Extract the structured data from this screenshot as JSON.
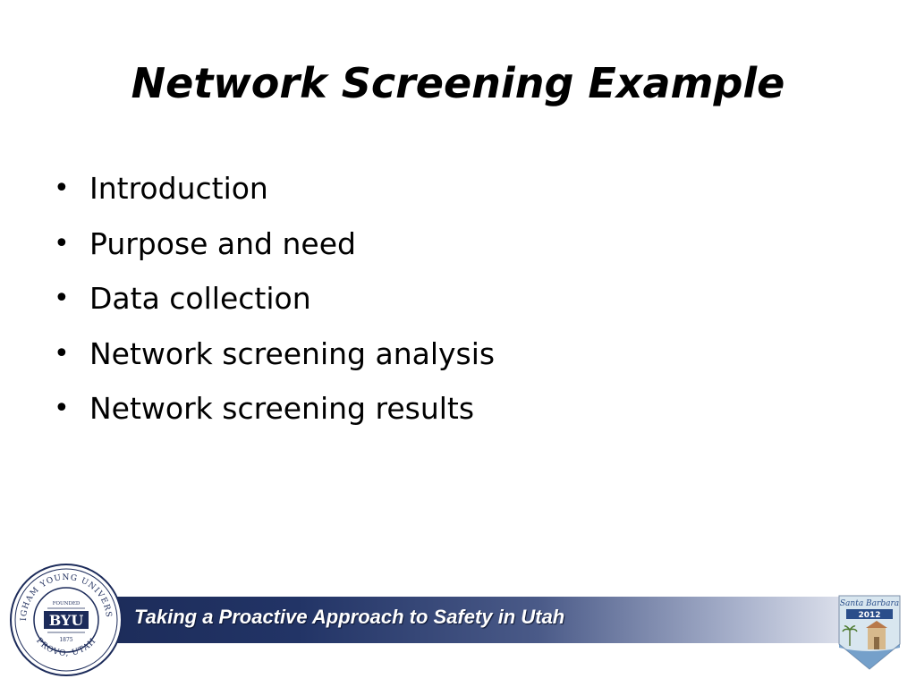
{
  "slide": {
    "title": "Network Screening Example",
    "bullets": [
      "Introduction",
      "Purpose and need",
      "Data collection",
      "Network screening analysis",
      "Network screening results"
    ]
  },
  "footer": {
    "tagline": "Taking a Proactive Approach to Safety in Utah",
    "seal": {
      "icon": "byu-seal-icon",
      "arc_top": "BRIGHAM YOUNG UNIVERSITY",
      "arc_bottom": "PROVO, UTAH",
      "founded_label": "FOUNDED",
      "center": "BYU",
      "year": "1875"
    },
    "conference_logo": {
      "icon": "santa-barbara-2012-logo-icon",
      "script_text": "Santa Barbara",
      "year": "2012"
    },
    "colors": {
      "banner_dark": "#1b2a57",
      "seal_navy": "#1c2b5a"
    }
  }
}
